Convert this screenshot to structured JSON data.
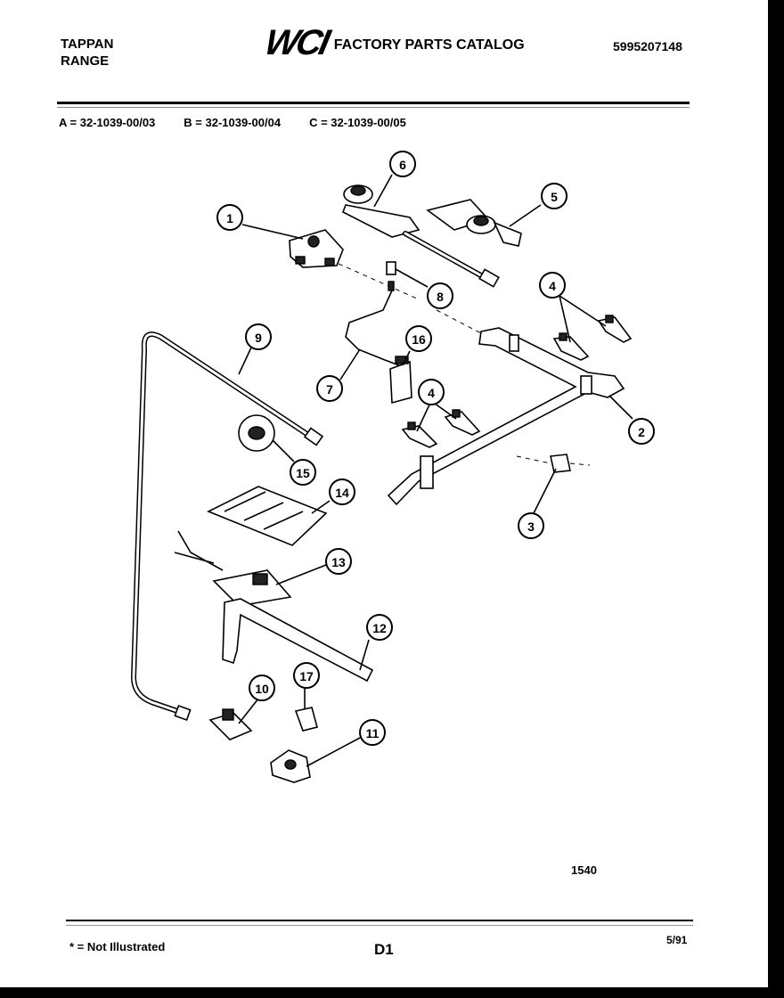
{
  "header": {
    "brand": "TAPPAN",
    "product": "RANGE",
    "logo_text": "WCI",
    "catalog_title": "FACTORY PARTS CATALOG",
    "part_number": "5995207148"
  },
  "models": [
    "A = 32-1039-00/03",
    "B = 32-1039-00/04",
    "C = 32-1039-00/05"
  ],
  "callouts": [
    "1",
    "2",
    "3",
    "4",
    "4",
    "5",
    "6",
    "7",
    "8",
    "9",
    "10",
    "11",
    "12",
    "13",
    "14",
    "15",
    "16",
    "17"
  ],
  "figure_number": "1540",
  "footer": {
    "note": "* = Not Illustrated",
    "page": "D1",
    "date": "5/91"
  }
}
